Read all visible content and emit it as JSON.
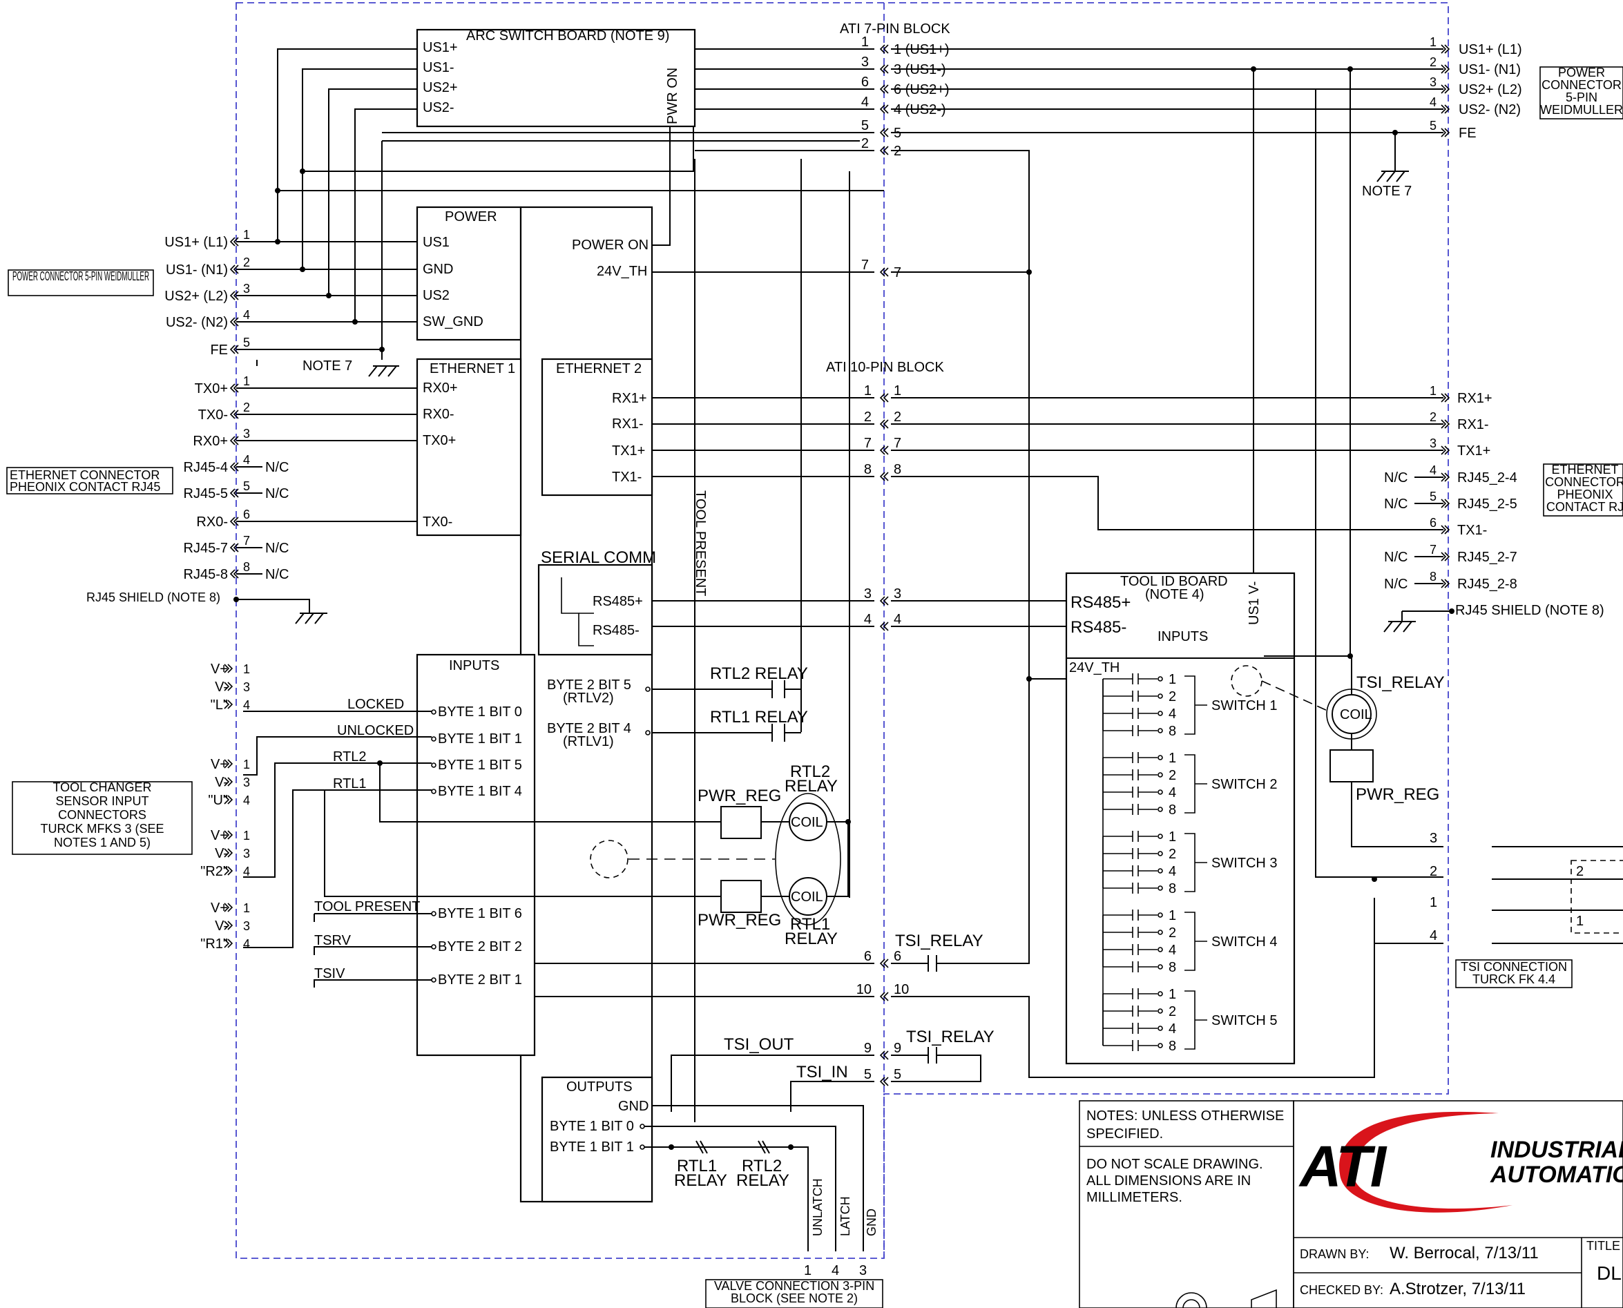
{
  "blocks": {
    "arc_switch": {
      "title": "ARC SWITCH BOARD (NOTE 9)",
      "pins": [
        "US1+",
        "US1-",
        "US2+",
        "US2-"
      ],
      "pwr_on": "PWR ON"
    },
    "power": {
      "title": "POWER",
      "pins": [
        "US1",
        "GND",
        "US2",
        "SW_GND"
      ],
      "out1": "POWER ON",
      "out2": "24V_TH"
    },
    "eth1": {
      "title": "ETHERNET 1",
      "pins": [
        "RX0+",
        "RX0-",
        "TX0+",
        "TX0-"
      ]
    },
    "eth2": {
      "title": "ETHERNET 2",
      "pins": [
        "RX1+",
        "RX1-",
        "TX1+",
        "TX1-"
      ]
    },
    "serial": {
      "title": "SERIAL COMM",
      "pins": [
        "RS485+",
        "RS485-"
      ]
    },
    "inputs": {
      "title": "INPUTS",
      "pins": [
        "BYTE 1 BIT 0",
        "BYTE 1 BIT 1",
        "BYTE 1 BIT 5",
        "BYTE 1 BIT 4",
        "BYTE 1 BIT 6",
        "BYTE 2 BIT 2",
        "BYTE 2 BIT 1"
      ]
    },
    "inputs_right": {
      "a": "BYTE 2 BIT 5",
      "a2": "(RTLV2)",
      "b": "BYTE 2 BIT 4",
      "b2": "(RTLV1)"
    },
    "outputs": {
      "title": "OUTPUTS",
      "pins": [
        "GND",
        "BYTE 1 BIT 0",
        "BYTE 1 BIT 1"
      ]
    },
    "tool_id": {
      "title": "TOOL ID BOARD",
      "note": "(NOTE 4)",
      "pins": [
        "RS485+",
        "RS485-"
      ],
      "inputs": "INPUTS",
      "us1v": "US1 V-",
      "th": "24V_TH",
      "switches": [
        "SWITCH 1",
        "SWITCH 2",
        "SWITCH 3",
        "SWITCH 4",
        "SWITCH 5"
      ],
      "bits": [
        "1",
        "2",
        "4",
        "8"
      ]
    }
  },
  "ati7": {
    "title": "ATI 7-PIN BLOCK",
    "left": [
      "1",
      "3",
      "6",
      "4",
      "5",
      "2",
      "7"
    ],
    "right": [
      "1 (US1+)",
      "3 (US1-)",
      "6 (US2+)",
      "4 (US2-)",
      "5",
      "2",
      "7"
    ]
  },
  "ati10": {
    "title": "ATI 10-PIN BLOCK",
    "left": [
      "1",
      "2",
      "7",
      "8",
      "3",
      "4",
      "6",
      "10",
      "9",
      "5"
    ],
    "right": [
      "1",
      "2",
      "7",
      "8",
      "3",
      "4",
      "6",
      "10",
      "9",
      "5"
    ]
  },
  "left_power": {
    "label": "POWER CONNECTOR 5-PIN WEIDMULLER",
    "signals": [
      "US1+ (L1)",
      "US1- (N1)",
      "US2+ (L2)",
      "US2- (N2)",
      "FE"
    ],
    "pins": [
      "1",
      "2",
      "3",
      "4",
      "5"
    ]
  },
  "left_eth": {
    "label1": "ETHERNET CONNECTOR",
    "label2": "PHEONIX CONTACT RJ45",
    "signals": [
      "TX0+",
      "TX0-",
      "RX0+",
      "RJ45-4",
      "RJ45-5",
      "RX0-",
      "RJ45-7",
      "RJ45-8"
    ],
    "pins": [
      "1",
      "2",
      "3",
      "4",
      "5",
      "6",
      "7",
      "8"
    ],
    "nc": "N/C",
    "shield": "RJ45 SHIELD (NOTE 8)"
  },
  "sensors": {
    "label": [
      "TOOL CHANGER",
      "SENSOR INPUT",
      "CONNECTORS",
      "TURCK MFKS 3 (SEE",
      "NOTES 1 AND 5)"
    ],
    "groups": [
      {
        "v": [
          "V+",
          "V-"
        ],
        "sig": "\"L\""
      },
      {
        "v": [
          "V+",
          "V-"
        ],
        "sig": "\"U\""
      },
      {
        "v": [
          "V+",
          "V-"
        ],
        "sig": "\"R2\""
      },
      {
        "v": [
          "V+",
          "V-"
        ],
        "sig": "\"R1\""
      }
    ],
    "pins": [
      "1",
      "3",
      "4"
    ],
    "wires": [
      "LOCKED",
      "UNLOCKED",
      "RTL2",
      "RTL1",
      "TOOL PRESENT",
      "TSRV",
      "TSIV"
    ]
  },
  "right_power": {
    "label": [
      "POWER",
      "CONNECTOR",
      "5-PIN",
      "WEIDMULLER"
    ],
    "signals": [
      "US1+ (L1)",
      "US1- (N1)",
      "US2+ (L2)",
      "US2- (N2)",
      "FE"
    ],
    "pins": [
      "1",
      "2",
      "3",
      "4",
      "5"
    ]
  },
  "right_eth": {
    "label": [
      "ETHERNET",
      "CONNECTOR",
      "PHEONIX",
      "CONTACT RJ"
    ],
    "signals": [
      "RX1+",
      "RX1-",
      "TX1+",
      "RJ45_2-4",
      "RJ45_2-5",
      "TX1-",
      "RJ45_2-7",
      "RJ45_2-8"
    ],
    "pins": [
      "1",
      "2",
      "3",
      "4",
      "5",
      "6",
      "7",
      "8"
    ],
    "nc": "N/C",
    "shield": "RJ45 SHIELD (NOTE 8)"
  },
  "relays": {
    "rtl2": "RTL2 RELAY",
    "rtl1": "RTL1 RELAY",
    "rtl2a": "RTL2",
    "rtl1a": "RTL1",
    "relay": "RELAY",
    "pwr_reg": "PWR_REG",
    "coil": "COIL",
    "tsi": "TSI_RELAY",
    "tsi_out": "TSI_OUT",
    "tsi_in": "TSI_IN",
    "tool_present": "TOOL PRESENT"
  },
  "note7": "NOTE 7",
  "tsi_conn": [
    "TSI CONNECTION",
    "TURCK FK 4.4"
  ],
  "tsi_pins": [
    "3",
    "2",
    "1",
    "4"
  ],
  "valve": {
    "label": [
      "VALVE CONNECTION 3-PIN",
      "BLOCK (SEE NOTE 2)"
    ],
    "pins": [
      "1",
      "4",
      "3"
    ],
    "names": [
      "UNLATCH",
      "LATCH",
      "GND"
    ]
  },
  "notes": {
    "n1": "NOTES:  UNLESS OTHERWISE",
    "n2": "SPECIFIED.",
    "n3": "DO NOT SCALE DRAWING.",
    "n4": "ALL DIMENSIONS ARE IN",
    "n5": "MILLIMETERS."
  },
  "title_block": {
    "drawn_label": "DRAWN BY:",
    "drawn": "W. Berrocal, 7/13/11",
    "checked_label": "CHECKED BY:",
    "checked": "A.Strotzer, 7/13/11",
    "title_label": "TITLE",
    "title": "DL"
  },
  "logo": {
    "word": "ATI",
    "line1": "INDUSTRIAL",
    "line2": "AUTOMATION",
    "color": "#d9141b"
  },
  "colors": {
    "dashed_boundary": "#4444cc"
  }
}
